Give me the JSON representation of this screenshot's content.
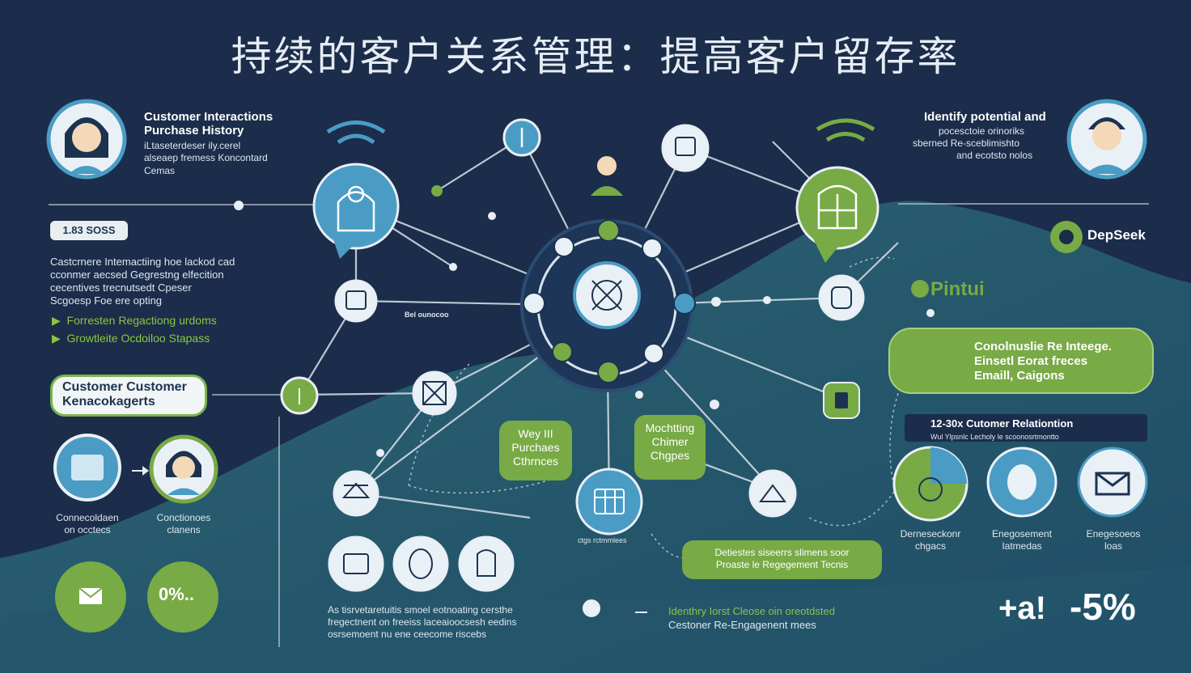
{
  "title": "持续的客户关系管理：提高客户留存率",
  "brand": {
    "deepseek": "DepSeek",
    "pintui": "Pintui"
  },
  "colors": {
    "background": "#1b2d4a",
    "green": "#78aa45",
    "blue": "#4a9cc4",
    "light": "#e9eef1"
  },
  "left": {
    "interactions_title": "Customer Interactions",
    "interactions_sub": "Purchase History",
    "interactions_body": [
      "iLtaseterdeser ily.cerel",
      "alseaep fremess Koncontard",
      "Cemas"
    ],
    "badge_value": "1.83 SOSS",
    "paragraph": [
      "Castcrnere Intemactiing hoe lackod cad",
      "cconmer aecsed Gegrestng elfecition",
      "cecentives trecnutsedt Cpeser",
      "Scgoesp Foe ere opting"
    ],
    "bullets": [
      "Forresten Regactiong urdoms",
      "Growtleite Ocdoiloo Stapass"
    ],
    "pill": [
      "Customer Customer",
      "Kenacokagerts"
    ],
    "captions": [
      "Connecoldaen",
      "on occtecs",
      "Conctionoes",
      "clanens"
    ],
    "stat": "0%.."
  },
  "right": {
    "identify_title": "Identify potential and",
    "identify_body": [
      "pocesctoie orinoriks",
      "sberned Re-sceblimishto",
      "and ecotsto nolos"
    ],
    "callout": [
      "Conolnuslie Re Inteege.",
      "Einsetl Eorat freces",
      "Emaill, Caigons"
    ],
    "relation_title": "12-30x Cutomer Relationtion",
    "relation_sub": "Wul Ylpsnlc Lecholy le scoonosrtmontto",
    "captions": [
      [
        "Derneseckonr",
        "chgacs"
      ],
      [
        "Enegosement",
        "Iatmedas"
      ],
      [
        "Enegesoeos",
        "loas"
      ]
    ],
    "stat": "-5%",
    "stat_prefix": "+a!"
  },
  "center": {
    "tag_left": "Bel ounocoo",
    "tag_bottom": "ctgs rctmmlees",
    "box1": [
      "Wey III",
      "Purchaes",
      "Cthrnces"
    ],
    "box2": [
      "Mochtting",
      "Chimer",
      "Chgpes"
    ],
    "bottom_box": [
      "Detiestes siseerrs slimens soor",
      "Proaste le Regegement Tecnis"
    ],
    "bottom_left": [
      "As tisrvetaretuitis smoel eotnoating cersthe",
      "fregectnent on freeiss laceaioocsesh eedins",
      "osrsemoent nu ene ceecome riscebs"
    ],
    "bottom_right": [
      "Identhry Iorst Cleose oin oreotdsted",
      "Cestoner Re-Engagenent mees"
    ]
  }
}
